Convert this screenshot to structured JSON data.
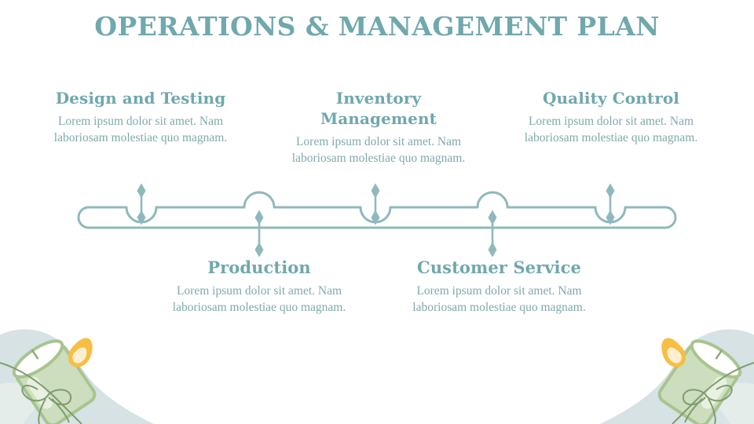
{
  "slide": {
    "title": "OPERATIONS & MANAGEMENT PLAN",
    "background_color": "#FFFFFF",
    "accent_color": "#6FA8AD",
    "body_text_color": "#81A9AD",
    "bar_stroke_color": "#8FB9BC",
    "hill_color": "#D6E2E4",
    "candle_glass_color": "#C3D6AE",
    "candle_flame_color": "#F5B940",
    "twine_color": "#7E9D6E"
  },
  "timeline": {
    "items": [
      {
        "id": "design",
        "position": "top",
        "heading": "Design and Testing",
        "body": "Lorem ipsum dolor sit amet. Nam laboriosam molestiae quo magnam."
      },
      {
        "id": "production",
        "position": "bottom",
        "heading": "Production",
        "body": "Lorem ipsum dolor sit amet. Nam laboriosam molestiae quo magnam."
      },
      {
        "id": "inventory",
        "position": "top",
        "heading": "Inventory Management",
        "body": "Lorem ipsum dolor sit amet. Nam laboriosam molestiae quo magnam."
      },
      {
        "id": "customer",
        "position": "bottom",
        "heading": "Customer Service",
        "body": "Lorem ipsum dolor sit amet. Nam laboriosam molestiae quo magnam."
      },
      {
        "id": "quality",
        "position": "top",
        "heading": "Quality Control",
        "body": "Lorem ipsum dolor sit amet. Nam laboriosam molestiae quo magnam."
      }
    ]
  },
  "decorations": {
    "left_candle": "candle-jar-icon",
    "right_candle": "candle-jar-icon",
    "left_hill": "hill-shape",
    "right_hill": "hill-shape"
  }
}
